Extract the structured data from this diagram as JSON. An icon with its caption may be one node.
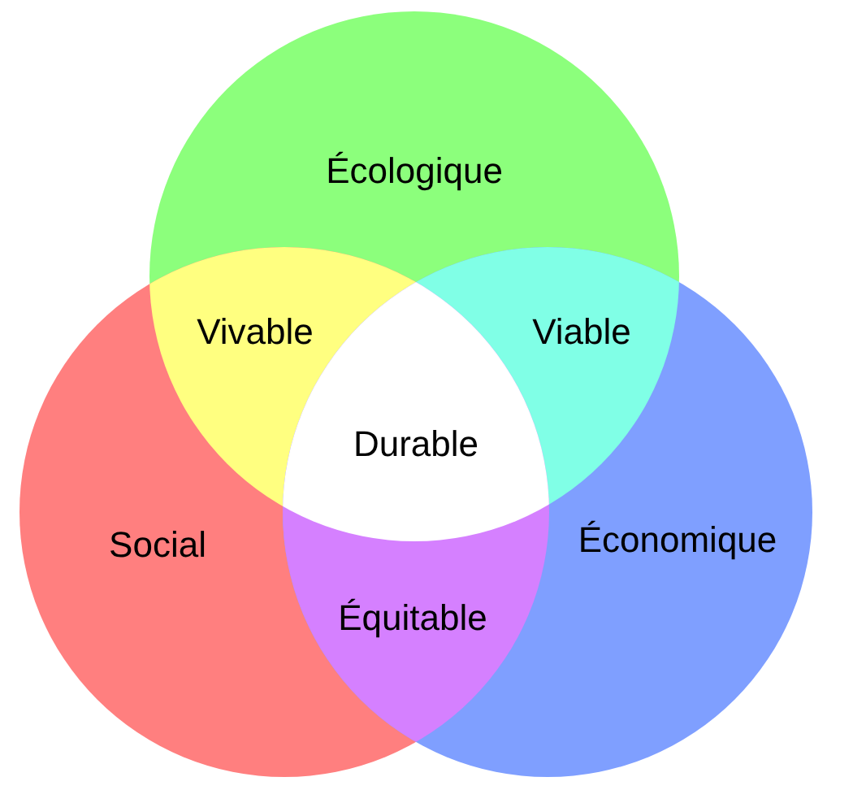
{
  "diagram": {
    "nodes": [
      {
        "text": [
          "Écologique"
        ]
      },
      {
        "text": [
          "Vivable"
        ]
      },
      {
        "text": [
          "Viable"
        ]
      },
      {
        "text": [
          "Durable"
        ]
      },
      {
        "text": [
          "Social"
        ]
      },
      {
        "text": [
          "Économique"
        ]
      },
      {
        "text": [
          "Équitable"
        ]
      }
    ]
  }
}
